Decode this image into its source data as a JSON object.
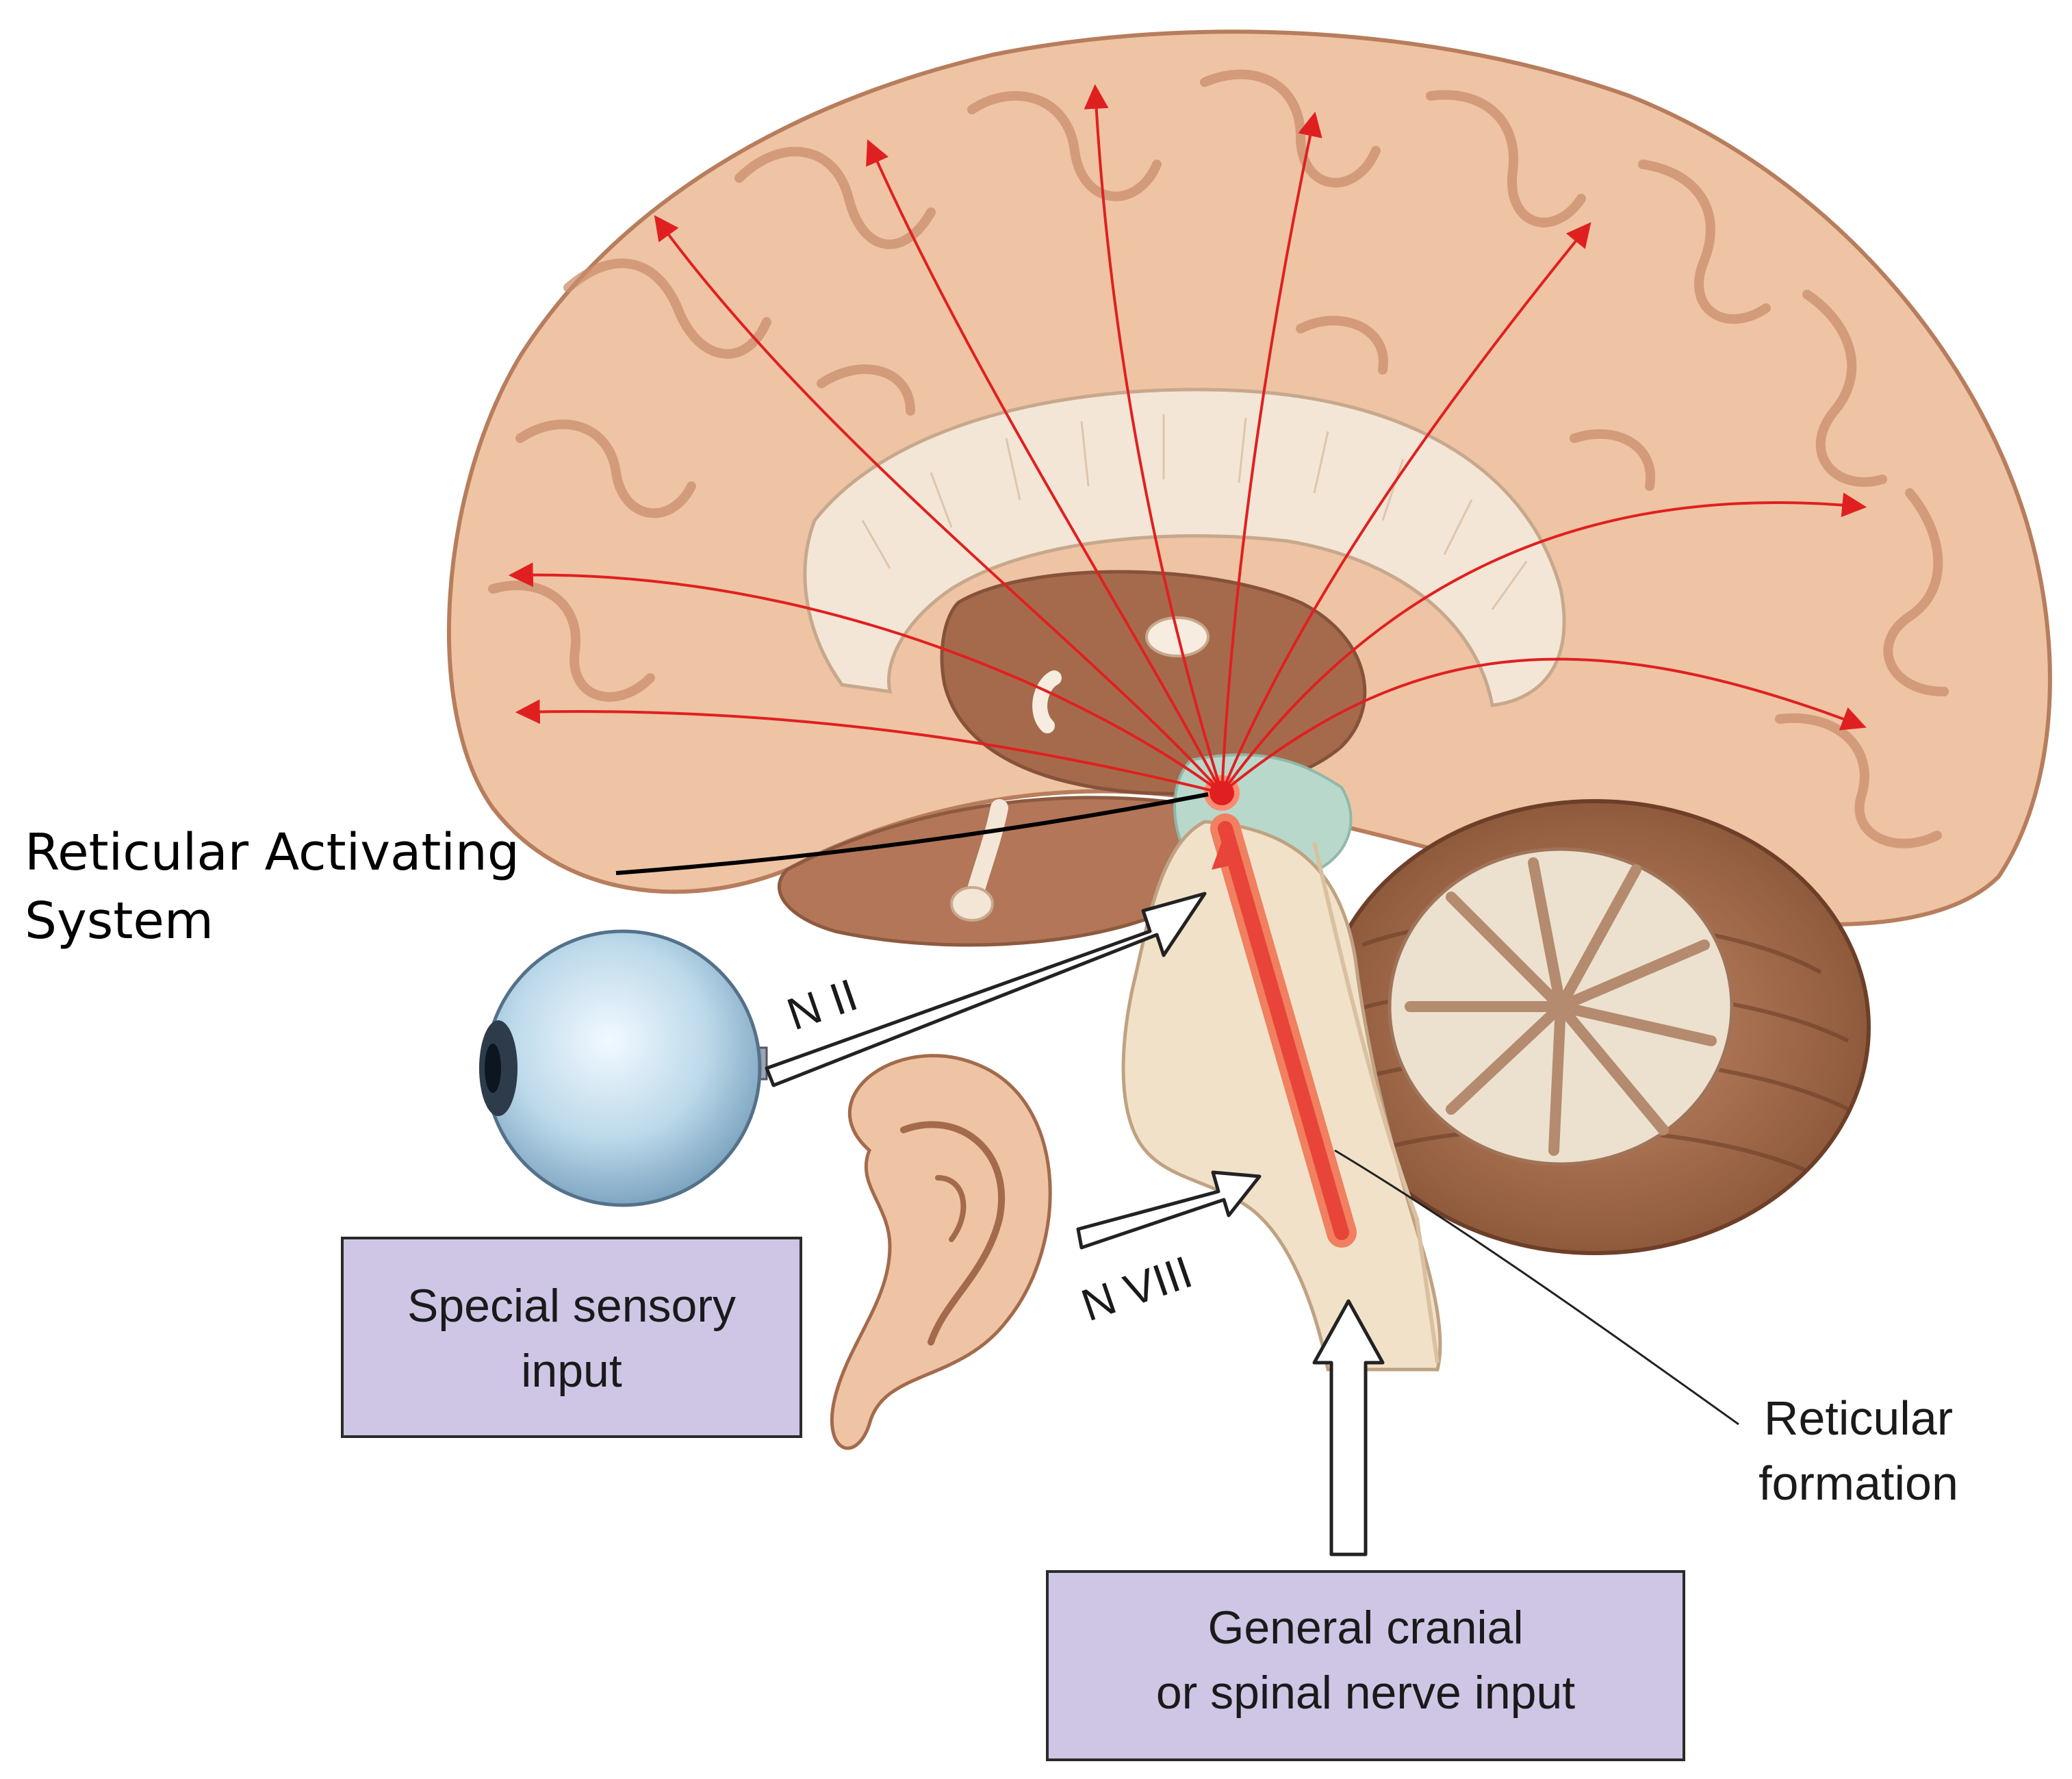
{
  "labels": {
    "ras_line1": "Reticular Activating",
    "ras_line2": "System",
    "n2": "N II",
    "n8": "N VIII",
    "reticular_line1": "Reticular",
    "reticular_line2": "formation",
    "special_line1": "Special sensory",
    "special_line2": "input",
    "general_line1": "General cranial",
    "general_line2": "or spinal nerve input"
  },
  "colors": {
    "cerebrum": "#eec4a4",
    "gyrus_shadow": "#c98e6c",
    "corpus_callosum": "#f3e6d6",
    "brainstem": "#f1e1c8",
    "cerebellum": "#a87052",
    "reticular_formation": "#e8443a",
    "projection_arrows": "#e02020",
    "thalamus_teal": "#b9d8cc",
    "label_box": "#cfc6e6",
    "label_box_border": "#2a2a2a",
    "eye": "#bcd9ea"
  }
}
